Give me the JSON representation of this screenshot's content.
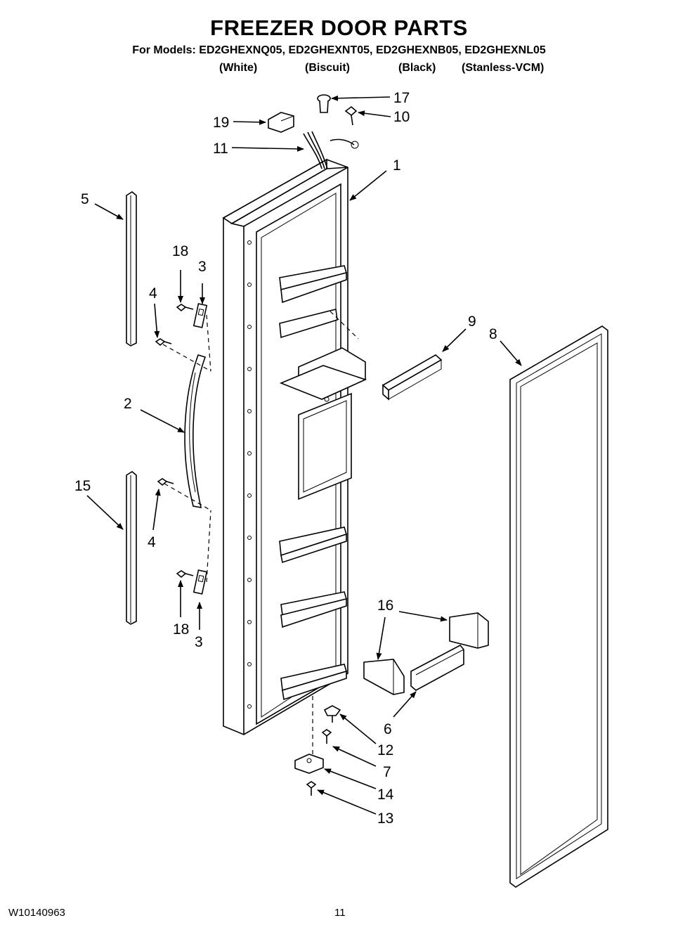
{
  "header": {
    "title": "FREEZER DOOR PARTS",
    "models_line": "For Models: ED2GHEXNQ05, ED2GHEXNT05, ED2GHEXNB05, ED2GHEXNL05",
    "variants": [
      "(White)",
      "(Biscuit)",
      "(Black)",
      "(Stanless-VCM)"
    ]
  },
  "callouts": [
    "17",
    "10",
    "19",
    "11",
    "1",
    "5",
    "18",
    "3",
    "4",
    "9",
    "8",
    "2",
    "15",
    "4",
    "18",
    "3",
    "16",
    "6",
    "12",
    "7",
    "14",
    "13"
  ],
  "footer": {
    "document_number": "W10140963",
    "page_number": "11"
  }
}
